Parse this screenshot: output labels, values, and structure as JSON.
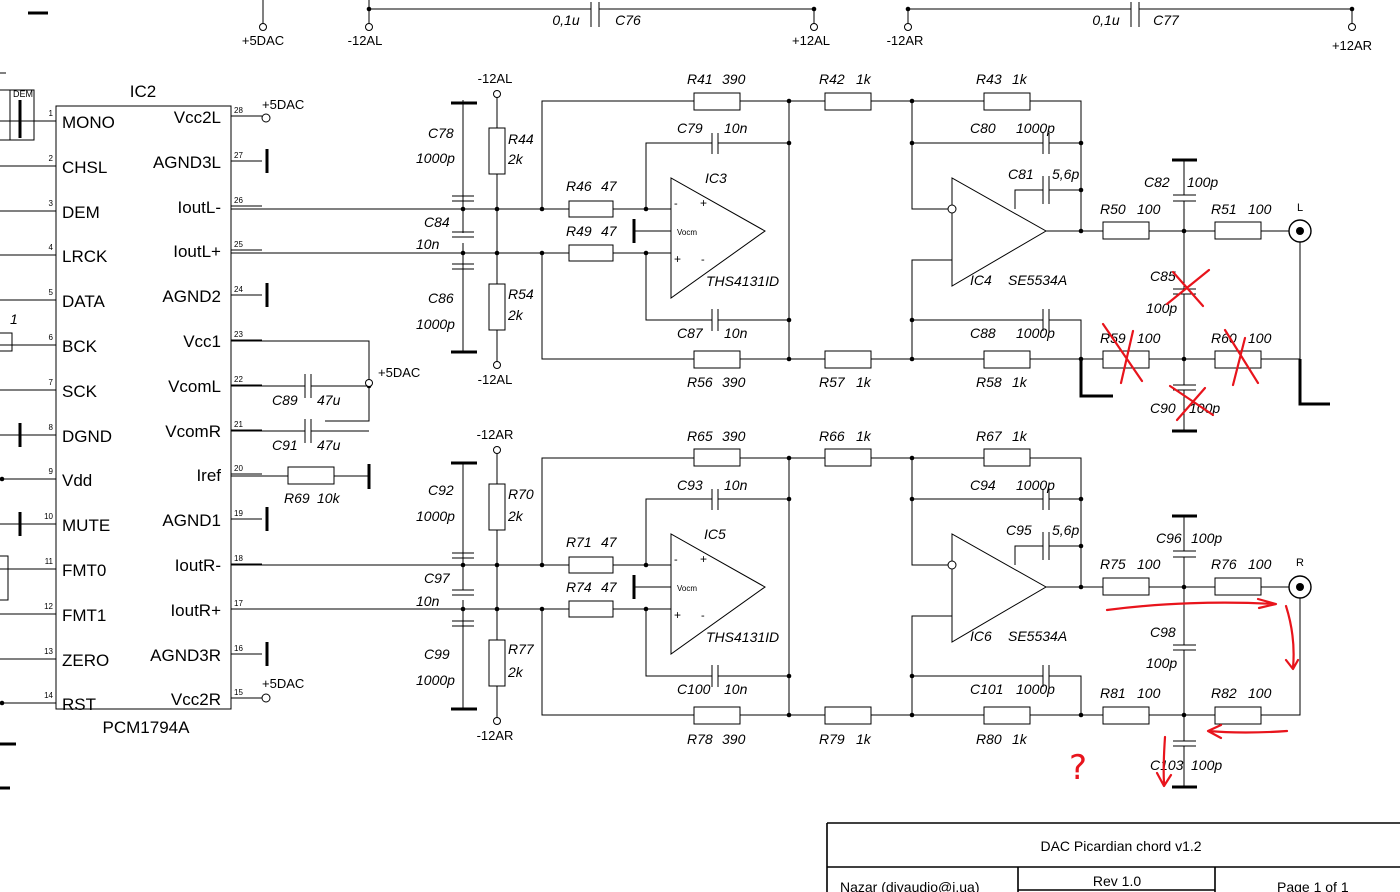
{
  "rails_top": {
    "p5dac": "+5DAC",
    "m12al": "-12AL",
    "cap76_val": "0,1u",
    "cap76_ref": "C76",
    "p12al": "+12AL",
    "m12ar": "-12AR",
    "cap77_val": "0,1u",
    "cap77_ref": "C77",
    "p12ar": "+12AR"
  },
  "ic2": {
    "ref": "IC2",
    "part": "PCM1794A",
    "dem_label": "DEM",
    "one_label": "1",
    "left_pins": [
      {
        "num": "1",
        "name": "MONO"
      },
      {
        "num": "2",
        "name": "CHSL"
      },
      {
        "num": "3",
        "name": "DEM"
      },
      {
        "num": "4",
        "name": "LRCK"
      },
      {
        "num": "5",
        "name": "DATA"
      },
      {
        "num": "6",
        "name": "BCK"
      },
      {
        "num": "7",
        "name": "SCK"
      },
      {
        "num": "8",
        "name": "DGND"
      },
      {
        "num": "9",
        "name": "Vdd"
      },
      {
        "num": "10",
        "name": "MUTE"
      },
      {
        "num": "11",
        "name": "FMT0"
      },
      {
        "num": "12",
        "name": "FMT1"
      },
      {
        "num": "13",
        "name": "ZERO"
      },
      {
        "num": "14",
        "name": "RST"
      }
    ],
    "right_pins": [
      {
        "num": "28",
        "name": "Vcc2L"
      },
      {
        "num": "27",
        "name": "AGND3L"
      },
      {
        "num": "26",
        "name": "IoutL-"
      },
      {
        "num": "25",
        "name": "IoutL+"
      },
      {
        "num": "24",
        "name": "AGND2"
      },
      {
        "num": "23",
        "name": "Vcc1"
      },
      {
        "num": "22",
        "name": "VcomL"
      },
      {
        "num": "21",
        "name": "VcomR"
      },
      {
        "num": "20",
        "name": "Iref"
      },
      {
        "num": "19",
        "name": "AGND1"
      },
      {
        "num": "18",
        "name": "IoutR-"
      },
      {
        "num": "17",
        "name": "IoutR+"
      },
      {
        "num": "16",
        "name": "AGND3R"
      },
      {
        "num": "15",
        "name": "Vcc2R"
      }
    ],
    "vcc2l_supply": "+5DAC",
    "vcc2r_supply": "+5DAC",
    "vcom_supply": "+5DAC",
    "c89": {
      "ref": "C89",
      "val": "47u"
    },
    "c91": {
      "ref": "C91",
      "val": "47u"
    },
    "r69": {
      "ref": "R69",
      "val": "10k"
    }
  },
  "left": {
    "rail_top": "-12AL",
    "rail_bot": "-12AL",
    "c78": {
      "ref": "C78",
      "val": "1000p"
    },
    "r44": {
      "ref": "R44",
      "val": "2k"
    },
    "c84": {
      "ref": "C84",
      "val": "10n"
    },
    "c86": {
      "ref": "C86",
      "val": "1000p"
    },
    "r54": {
      "ref": "R54",
      "val": "2k"
    },
    "r41": {
      "ref": "R41",
      "val": "390"
    },
    "r42": {
      "ref": "R42",
      "val": "1k"
    },
    "r43": {
      "ref": "R43",
      "val": "1k"
    },
    "c79": {
      "ref": "C79",
      "val": "10n"
    },
    "r46": {
      "ref": "R46",
      "val": "47"
    },
    "r49": {
      "ref": "R49",
      "val": "47"
    },
    "ic3": "IC3",
    "ic3_part": "THS4131ID",
    "vocm": "Vocm",
    "c87": {
      "ref": "C87",
      "val": "10n"
    },
    "r56": {
      "ref": "R56",
      "val": "390"
    },
    "r57": {
      "ref": "R57",
      "val": "1k"
    },
    "c80": {
      "ref": "C80",
      "val": "1000p"
    },
    "c81": {
      "ref": "C81",
      "val": "5,6p"
    },
    "ic4": "IC4",
    "ic4_part": "SE5534A",
    "c88": {
      "ref": "C88",
      "val": "1000p"
    },
    "r58": {
      "ref": "R58",
      "val": "1k"
    },
    "r50": {
      "ref": "R50",
      "val": "100"
    },
    "c82": {
      "ref": "C82",
      "val": "100p"
    },
    "r51": {
      "ref": "R51",
      "val": "100"
    },
    "c85": {
      "ref": "C85",
      "val": "100p"
    },
    "r59": {
      "ref": "R59",
      "val": "100"
    },
    "r60": {
      "ref": "R60",
      "val": "100"
    },
    "c90": {
      "ref": "C90",
      "val": "100p"
    },
    "out": "L"
  },
  "right": {
    "rail_top": "-12AR",
    "rail_bot": "-12AR",
    "c92": {
      "ref": "C92",
      "val": "1000p"
    },
    "r70": {
      "ref": "R70",
      "val": "2k"
    },
    "c97": {
      "ref": "C97",
      "val": "10n"
    },
    "c99": {
      "ref": "C99",
      "val": "1000p"
    },
    "r77": {
      "ref": "R77",
      "val": "2k"
    },
    "r65": {
      "ref": "R65",
      "val": "390"
    },
    "r66": {
      "ref": "R66",
      "val": "1k"
    },
    "r67": {
      "ref": "R67",
      "val": "1k"
    },
    "c93": {
      "ref": "C93",
      "val": "10n"
    },
    "r71": {
      "ref": "R71",
      "val": "47"
    },
    "r74": {
      "ref": "R74",
      "val": "47"
    },
    "ic5": "IC5",
    "ic5_part": "THS4131ID",
    "vocm": "Vocm",
    "c100": {
      "ref": "C100",
      "val": "10n"
    },
    "r78": {
      "ref": "R78",
      "val": "390"
    },
    "r79": {
      "ref": "R79",
      "val": "1k"
    },
    "c94": {
      "ref": "C94",
      "val": "1000p"
    },
    "c95": {
      "ref": "C95",
      "val": "5,6p"
    },
    "ic6": "IC6",
    "ic6_part": "SE5534A",
    "c101": {
      "ref": "C101",
      "val": "1000p"
    },
    "r80": {
      "ref": "R80",
      "val": "1k"
    },
    "r75": {
      "ref": "R75",
      "val": "100"
    },
    "c96": {
      "ref": "C96",
      "val": "100p"
    },
    "r76": {
      "ref": "R76",
      "val": "100"
    },
    "c98": {
      "ref": "C98",
      "val": "100p"
    },
    "r81": {
      "ref": "R81",
      "val": "100"
    },
    "r82": {
      "ref": "R82",
      "val": "100"
    },
    "c103": {
      "ref": "C103",
      "val": "100p"
    },
    "out": "R"
  },
  "annotation": {
    "question": "?"
  },
  "title_block": {
    "title": "DAC Picardian chord v1.2",
    "author": "Nazar (diyaudio@i.ua)",
    "rev": "Rev 1.0",
    "page": "Page 1 of 1"
  },
  "colors": {
    "ink": "#000000",
    "annotation_red": "#e8141c",
    "paper": "#ffffff"
  }
}
